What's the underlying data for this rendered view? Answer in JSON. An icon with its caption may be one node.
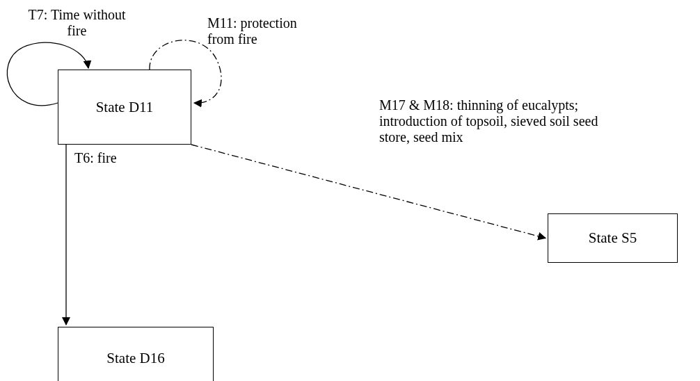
{
  "diagram": {
    "nodes": [
      {
        "text": [
          "State D11"
        ]
      },
      {
        "text": [
          "State S5"
        ]
      },
      {
        "text": [
          "State D16"
        ]
      }
    ],
    "edges": [
      {
        "from": 0,
        "to": 0,
        "arrow": "to",
        "label": "T7: Time without fire"
      },
      {
        "from": 0,
        "to": 0,
        "arrow": "to",
        "label": "M11: protection from fire",
        "style": "dashed"
      },
      {
        "from": 0,
        "to": 1,
        "arrow": "to",
        "label": "M17 & M18: thinning of eucalypts; introduction of topsoil, sieved soil seed store, seed mix",
        "style": "dashed"
      },
      {
        "from": 0,
        "to": 2,
        "arrow": "to",
        "label": "T6: fire"
      }
    ]
  }
}
